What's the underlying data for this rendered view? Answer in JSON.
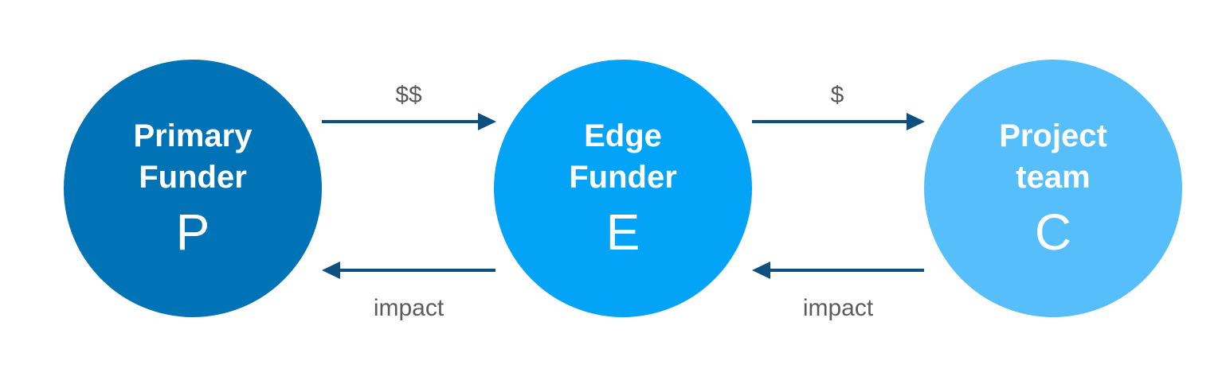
{
  "nodes": [
    {
      "id": "primary",
      "line1": "Primary",
      "line2": "Funder",
      "letter": "P",
      "color": "#0073b7"
    },
    {
      "id": "edge",
      "line1": "Edge",
      "line2": "Funder",
      "letter": "E",
      "color": "#03a3f8"
    },
    {
      "id": "project",
      "line1": "Project",
      "line2": "team",
      "letter": "C",
      "color": "#55befb"
    }
  ],
  "edges": [
    {
      "from": "primary",
      "to": "edge",
      "direction": "right",
      "label": "$$"
    },
    {
      "from": "edge",
      "to": "project",
      "direction": "right",
      "label": "$"
    },
    {
      "from": "edge",
      "to": "primary",
      "direction": "left",
      "label": "impact"
    },
    {
      "from": "project",
      "to": "edge",
      "direction": "left",
      "label": "impact"
    }
  ],
  "colors": {
    "arrow": "#0d4f7f",
    "label": "#5b5b5b"
  }
}
